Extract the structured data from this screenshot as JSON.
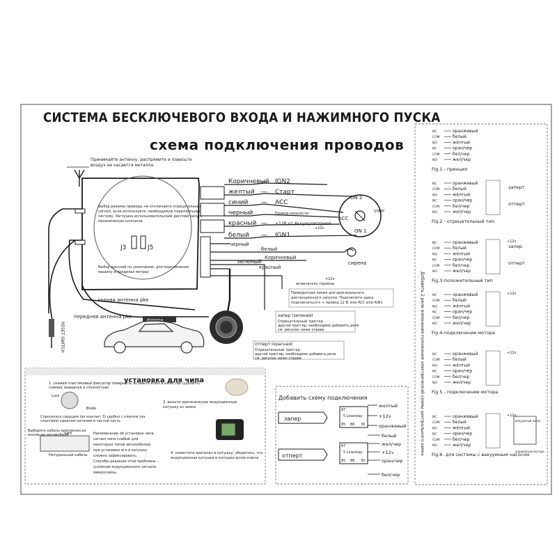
{
  "title": "СИСТЕМА БЕСКЛЮЧЕВОГО ВХОДА И НАЖИМНОГО ПУСКА",
  "subtitle": "схема подключения проводов",
  "antenna_note": "Принимайте антенну, распрямите и повесьте воздух не касается металла",
  "unit": {
    "note": "Выбор режима привода, не отключайте отрицательный сигнал, если используете, необходимую параллельную систему, Заглушка иcпользовательский дисплей запуск механических колпаков",
    "note2": "Выбор дисплей по умолчанию, для подключения машину в пределах метрах",
    "j3": "J3",
    "j5": "J5"
  },
  "wires": [
    {
      "color": "Коричневый",
      "dash": "—",
      "target": "IGN2"
    },
    {
      "color": "желтый",
      "dash": "—",
      "target": "Старт"
    },
    {
      "color": "синий",
      "dash": "—",
      "target": "ACC"
    },
    {
      "color": "черный",
      "dash": "",
      "target": "Провод мощности"
    },
    {
      "color": "красный",
      "dash": "—",
      "target": "+12В от Аккумуляторной"
    },
    {
      "color": "белый",
      "dash": "—",
      "target": "IGN1"
    }
  ],
  "ignition": {
    "on2": "ON 2",
    "start": "START",
    "acc": "ACC",
    "on1": "ON 1",
    "plus12": "+12v"
  },
  "lower_wires": {
    "black": "черный",
    "white": "белый",
    "brown": "Коричневый",
    "siren": "сирена",
    "green": "зеленый",
    "red": "красный",
    "brake": "включатель тормоза",
    "plus12": "+12v"
  },
  "antennas": {
    "rear": "задняя антенна pke",
    "front": "передняя антенна pke",
    "antenna": "Antenna",
    "reset": "RESET SWITCH"
  },
  "remote_note": "Проводочная линия для оригинального дистанционного запуска. Подключите здесь подключаться к + провод 12 В, или ACC или IGN1",
  "zapert": {
    "title": "запер (зеленая)",
    "text": "Отрицательный триггер другой триггер, необходимо добавить реле см. рисунок ниже справа"
  },
  "otpert": {
    "title": "отперт (красная)",
    "text": "Отрицательный триггер другой триггер, необходимо добавить реле см. рисунок ниже справа"
  },
  "chip": {
    "title": "установка для чипа",
    "step1": "1. снимай пластиковый фиксатор повернуть, вставьте ключ в качестве (удалить) снимая, вывернув и (полностью)",
    "lock": "Lock",
    "blade": "Blade",
    "step1b": "Спроситесь сердцем (из контакт 3) сдобно с ключом (на пластике) каналом питания и чистой часть",
    "step3": "3. выньте оригинальную индукционную катушку из замка",
    "chip": "чип",
    "note_left": "Выберите кабель крепления из изоляции автомобиля",
    "note_coil": "Натуральный кабель",
    "reminder": "Напоминание об установке чипа сигнал чипа слабый для некоторых типов автомобилей, при установке его в катушку сложно зафиксировать. Способы решения этой проблемы - усиление индукционного сигнала микросхемы.",
    "step4": "4. поместите оригинал в катушку, убедитесь, что индукционная катушка и катушки возле ключа"
  },
  "relay_section": {
    "title": "Добавить схему подключения",
    "zapert": "запер",
    "otpert": "отперт",
    "relay": "5 Linerelay",
    "r1": [
      "желтый",
      "+12v",
      "оранжевый"
    ],
    "r2": [
      "белый",
      "жел/чер",
      "+12v",
      "оран/чер",
      "бел/чер"
    ],
    "pins": [
      "87",
      "85",
      "86",
      "30"
    ]
  },
  "right_panel": {
    "vertical": "Добавить 2 реле изменения положения электрической схемы центрального замка",
    "figs": [
      {
        "caption": "Fig.1 - принцип",
        "rows": [
          [
            "NC",
            "оранжевый"
          ],
          [
            "COM",
            "белый"
          ],
          [
            "NO",
            "жёлтый"
          ],
          [
            "NC",
            "оран/чер"
          ],
          [
            "COM",
            "бел/чер"
          ],
          [
            "NO",
            "жел/чер"
          ]
        ]
      },
      {
        "caption": "Fig.2 - отрицательный тип",
        "rows": [
          [
            "NC",
            "оранжевый"
          ],
          [
            "COM",
            "белый"
          ],
          [
            "NO",
            "жёлтый"
          ],
          [
            "NC",
            "оран/чер"
          ],
          [
            "COM",
            "бел/чер"
          ],
          [
            "NO",
            "жел/чер"
          ]
        ],
        "lock": "заперт",
        "unlock": "отперт"
      },
      {
        "caption": "Fig.3-положительный тип",
        "rows": [
          [
            "NC",
            "оранжевый"
          ],
          [
            "COM",
            "белый"
          ],
          [
            "NO",
            "жёлтый"
          ],
          [
            "NC",
            "оран/чер"
          ],
          [
            "COM",
            "бел/чер"
          ],
          [
            "NO",
            "жел/чер"
          ]
        ],
        "lock": "запер",
        "unlock": "отперт",
        "plus": "+12v"
      },
      {
        "caption": "Fig.4-подключение мотора",
        "rows": [
          [
            "NC",
            "оранжевый"
          ],
          [
            "COM",
            "белый"
          ],
          [
            "NO",
            "жёлтый"
          ],
          [
            "NC",
            "оран/чер"
          ],
          [
            "COM",
            "бел/чер"
          ],
          [
            "NO",
            "жел/чер"
          ]
        ],
        "plus": "+12v"
      },
      {
        "caption": "Fig 5 - подключение мотора",
        "rows": [
          [
            "NC",
            "оранжевый"
          ],
          [
            "COM",
            "белый"
          ],
          [
            "NO",
            "жёлтый"
          ],
          [
            "NC",
            "оран/чер"
          ],
          [
            "COM",
            "бел/чер"
          ],
          [
            "NO",
            "жел/чер"
          ]
        ],
        "plus": "+12v"
      },
      {
        "caption": "Fig.6- для системы с вакуумным насосом",
        "rows": [
          [
            "NC",
            "оранжевый"
          ],
          [
            "COM",
            "белый"
          ],
          [
            "NO",
            "жёлтый"
          ],
          [
            "NC",
            "оран/чер"
          ],
          [
            "COM",
            "бел/чер"
          ],
          [
            "NO",
            "жел/чер"
          ]
        ],
        "plus": "+12v",
        "pump_top": "вакуумный насос",
        "pump_bot": "управление мотора"
      }
    ]
  }
}
